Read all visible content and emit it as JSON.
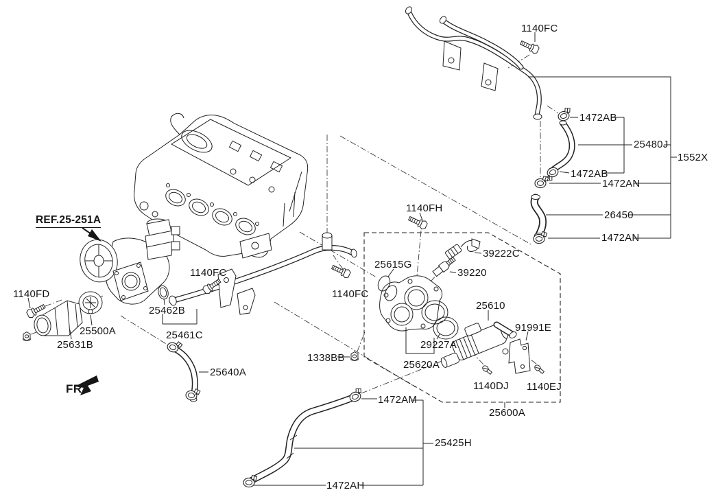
{
  "diagram": {
    "type": "exploded-parts-diagram",
    "subject": "coolant pipe and hose / thermostat assembly",
    "colors": {
      "background": "#ffffff",
      "line": "#222222",
      "text": "#161616"
    },
    "labels": {
      "ref": "REF.25-251A",
      "fr": "FR.",
      "p1140fc": "1140FC",
      "p1472ab": "1472AB",
      "p25480j": "25480J",
      "p1552x": "1552X",
      "p1472an": "1472AN",
      "p26450": "26450",
      "p1140fh": "1140FH",
      "p39222c": "39222C",
      "p39220": "39220",
      "p25615g": "25615G",
      "p25610": "25610",
      "p91991e": "91991E",
      "p29227a": "29227A",
      "p25620a": "25620A",
      "p1338bb": "1338BB",
      "p1140dj": "1140DJ",
      "p1140ej": "1140EJ",
      "p25600a": "25600A",
      "p1472am": "1472AM",
      "p25425h": "25425H",
      "p1472ah": "1472AH",
      "p25640a": "25640A",
      "p25461c": "25461C",
      "p25462b": "25462B",
      "p25500a": "25500A",
      "p25631b": "25631B",
      "p1140fd": "1140FD"
    }
  }
}
